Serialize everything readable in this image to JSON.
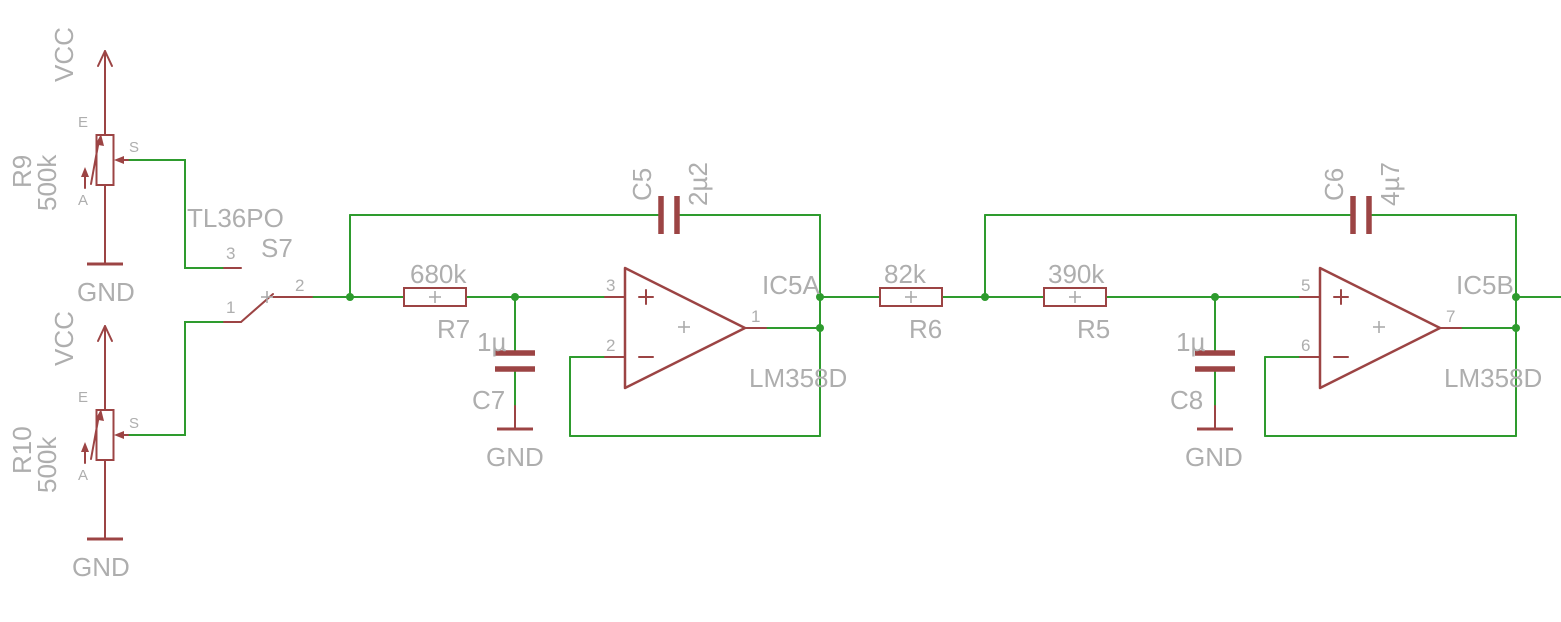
{
  "palette": {
    "wire_green": "#2E9B2E",
    "symbol_maroon": "#9C4444",
    "label_gray": "#AEAEAE",
    "background": "#FFFFFF"
  },
  "power": {
    "vcc_label": "VCC",
    "gnd_label": "GND"
  },
  "components": {
    "r9": {
      "name": "R9",
      "value": "500k",
      "pin_e": "E",
      "pin_s": "S",
      "pin_a": "A"
    },
    "r10": {
      "name": "R10",
      "value": "500k",
      "pin_e": "E",
      "pin_s": "S",
      "pin_a": "A"
    },
    "s7": {
      "name": "S7",
      "value": "TL36PO",
      "pin_throw": "3",
      "pin_pole": "1",
      "pin_common": "2"
    },
    "r7": {
      "name": "R7",
      "value": "680k"
    },
    "r6": {
      "name": "R6",
      "value": "82k"
    },
    "r5": {
      "name": "R5",
      "value": "390k"
    },
    "c5": {
      "name": "C5",
      "value": "2µ2"
    },
    "c6": {
      "name": "C6",
      "value": "4µ7"
    },
    "c7": {
      "name": "C7",
      "value": "1µ"
    },
    "c8": {
      "name": "C8",
      "value": "1µ"
    },
    "ic5a": {
      "name": "IC5A",
      "part": "LM358D",
      "pin_noninv": "3",
      "pin_inv": "2",
      "pin_out": "1"
    },
    "ic5b": {
      "name": "IC5B",
      "part": "LM358D",
      "pin_noninv": "5",
      "pin_inv": "6",
      "pin_out": "7"
    }
  }
}
